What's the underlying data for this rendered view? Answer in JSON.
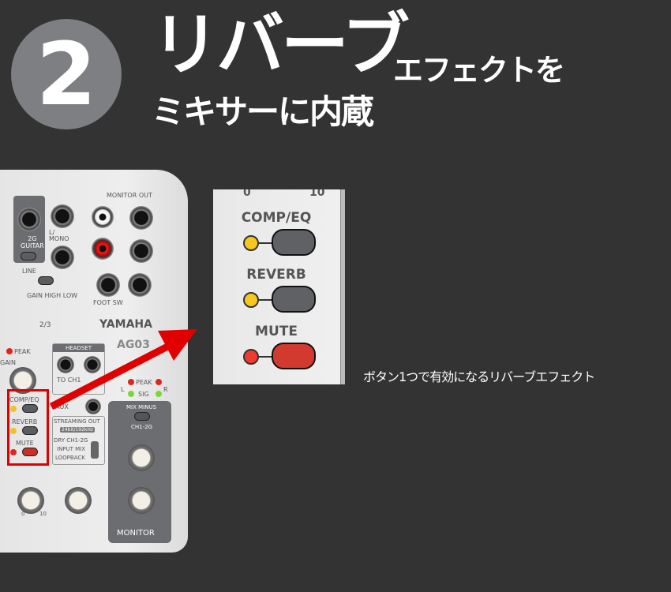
{
  "header": {
    "number": "2",
    "title_main": "リバーブ",
    "title_sub": "エフェクトを",
    "title_line2": "ミキサーに内蔵"
  },
  "mixer": {
    "monitor_out": "MONITOR OUT",
    "l": "L",
    "r": "R",
    "guitar": "2G\nGUITAR",
    "l_mono": "L/\nMONO",
    "line": "LINE",
    "gain_hl": "GAIN HIGH LOW",
    "ch23": "2/3",
    "brand": "YAMAHA",
    "model": "AG03",
    "peak": "PEAK",
    "gain": "GAIN",
    "headset": "HEADSET",
    "to_ch1": "TO CH1",
    "comp_eq": "COMP/EQ",
    "reverb": "REVERB",
    "mute": "MUTE",
    "sig": "SIG",
    "aux": "AUX",
    "streaming_out": "STREAMING OUT",
    "bitrate": "24bit/192kHz",
    "dry": "DRY CH1-2G",
    "input_mix": "INPUT MIX",
    "loopback": "LOOPBACK",
    "mix_minus": "MIX MINUS",
    "ch12g": "CH1-2G",
    "monitor": "MONITOR",
    "foot_sw": "FOOT SW",
    "zero": "0",
    "ten": "10"
  },
  "inset": {
    "zero": "0",
    "ten": "10",
    "comp_eq": "COMP/EQ",
    "reverb": "REVERB",
    "mute": "MUTE"
  },
  "caption": "ボタン1つで有効になるリバーブエフェクト",
  "colors": {
    "background": "#333333",
    "highlight": "#e00000",
    "led_yellow": "#f1c21b",
    "led_red": "#e0241c"
  }
}
